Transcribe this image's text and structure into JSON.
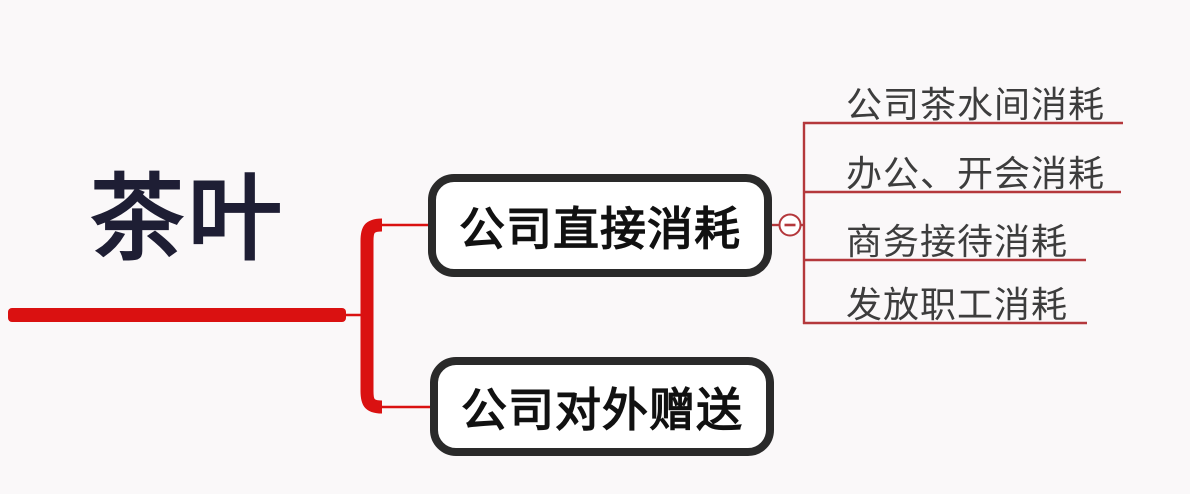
{
  "root": {
    "label": "茶叶"
  },
  "branches": [
    {
      "label": "公司直接消耗",
      "collapse_icon": "minus-circle-icon",
      "children": [
        {
          "label": "公司茶水间消耗"
        },
        {
          "label": "办公、开会消耗"
        },
        {
          "label": "商务接待消耗"
        },
        {
          "label": "发放职工消耗"
        }
      ]
    },
    {
      "label": "公司对外赠送",
      "children": []
    }
  ],
  "colors": {
    "background": "#faf8f9",
    "trunk_red": "#da1111",
    "line_red": "#b4383c",
    "node_border": "#2a2a2a",
    "node_bg": "#ffffff",
    "node_text": "#111111",
    "root_text": "#1e1e34",
    "leaf_text": "#3d3d3d"
  }
}
